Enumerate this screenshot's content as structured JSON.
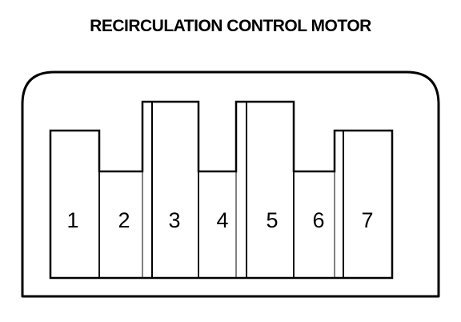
{
  "title": "RECIRCULATION CONTROL MOTOR",
  "connector": {
    "pins": [
      {
        "label": "1"
      },
      {
        "label": "2"
      },
      {
        "label": "3"
      },
      {
        "label": "4"
      },
      {
        "label": "5"
      },
      {
        "label": "6"
      },
      {
        "label": "7"
      }
    ]
  }
}
